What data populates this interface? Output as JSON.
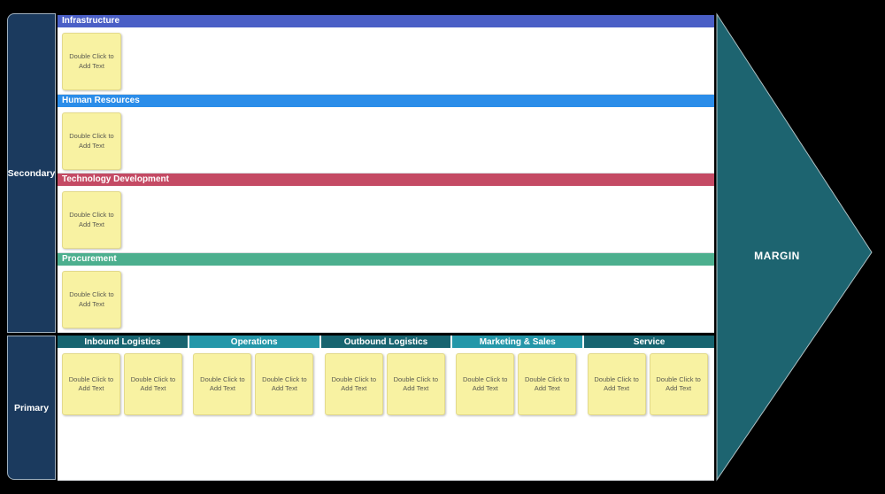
{
  "canvas": {
    "background": "#000000"
  },
  "sidebar": {
    "secondary_label": "Secondary",
    "primary_label": "Primary",
    "color": "#1B3A5E"
  },
  "notes": {
    "placeholder": "Double Click to Add Text"
  },
  "secondary_rows": [
    {
      "label": "Infrastructure",
      "color": "#4A5FC6"
    },
    {
      "label": "Human Resources",
      "color": "#2B8DE9"
    },
    {
      "label": "Technology Development",
      "color": "#C44A64"
    },
    {
      "label": "Procurement",
      "color": "#4CAF8E"
    }
  ],
  "primary_columns": [
    {
      "label": "Inbound Logistics",
      "color": "#176470"
    },
    {
      "label": "Operations",
      "color": "#2497A9"
    },
    {
      "label": "Outbound Logistics",
      "color": "#176470"
    },
    {
      "label": "Marketing & Sales",
      "color": "#2497A9"
    },
    {
      "label": "Service",
      "color": "#176470"
    }
  ],
  "margin": {
    "label": "MARGIN",
    "color": "#1D6470"
  }
}
